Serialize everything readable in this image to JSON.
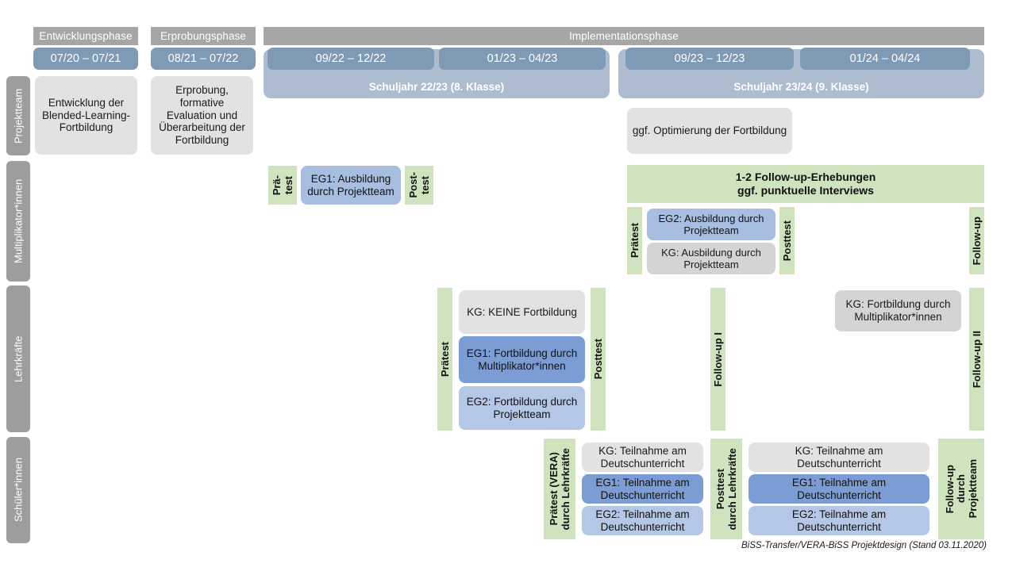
{
  "diagram": {
    "footer": "BiSS-Transfer/VERA-BiSS Projektdesign (Stand 03.11.2020)",
    "colors": {
      "phase_header": "#a6a6a6",
      "date_pill": "#7e9ab5",
      "year_band": "#aebcd0",
      "row_label": "#9d9d9d",
      "green": "#cfe3bf",
      "grey_box": "#e2e2e2",
      "blue_dark": "#7c9dd4",
      "blue_mid": "#a8bee0",
      "blue_light": "#b4c7e7"
    }
  },
  "phases": [
    {
      "label": "Entwicklungsphase"
    },
    {
      "label": "Erprobungsphase"
    },
    {
      "label": "Implementationsphase"
    }
  ],
  "periods": [
    {
      "label": "07/20 – 07/21"
    },
    {
      "label": "08/21 – 07/22"
    },
    {
      "label": "09/22 – 12/22"
    },
    {
      "label": "01/23 – 04/23"
    },
    {
      "label": "09/23 – 12/23"
    },
    {
      "label": "01/24 – 04/24"
    }
  ],
  "school_years": [
    {
      "label": "Schuljahr 22/23 (8. Klasse)"
    },
    {
      "label": "Schuljahr 23/24 (9. Klasse)"
    }
  ],
  "rows": [
    {
      "label": "Projektteam"
    },
    {
      "label": "Multiplikator*innen"
    },
    {
      "label": "Lehrkräfte"
    },
    {
      "label": "Schüler*innen"
    }
  ],
  "projektteam": {
    "entwicklung": "Entwicklung der Blended-Learning-Fortbildung",
    "erprobung": "Erprobung, formative Evaluation und Überarbeitung der Fortbildung",
    "optimierung": "ggf. Optimierung der Fortbildung"
  },
  "multiplikatoren": {
    "praetest_line1": "Prä-",
    "praetest_line2": "test",
    "eg1": "EG1: Ausbildung durch Projektteam",
    "posttest_line1": "Post-",
    "posttest_line2": "test",
    "banner_line1": "1-2 Follow-up-Erhebungen",
    "banner_line2": "ggf. punktuelle Interviews",
    "praetest2": "Prätest",
    "eg2": "EG2: Ausbildung durch Projektteam",
    "kg": "KG: Ausbildung durch Projektteam",
    "posttest2": "Posttest",
    "followup": "Follow-up"
  },
  "lehrkraefte": {
    "praetest": "Prätest",
    "kg_keine": "KG:  KEINE Fortbildung",
    "eg1": "EG1: Fortbildung durch Multiplikator*innen",
    "eg2": "EG2: Fortbildung durch Projektteam",
    "posttest": "Posttest",
    "followup1": "Follow-up I",
    "kg_fortbildung": "KG: Fortbildung durch Multiplikator*innen",
    "followup2": "Follow-up II"
  },
  "schueler": {
    "praetest_bold": "Prätest (VERA)",
    "praetest_sub": "durch Lehrkräfte",
    "kg1": "KG: Teilnahme am Deutschunterricht",
    "eg1_1": "EG1: Teilnahme am Deutschunterricht",
    "eg2_1": "EG2: Teilnahme am Deutschunterricht",
    "posttest_bold": "Posttest",
    "posttest_sub": "durch Lehrkräfte",
    "kg2": "KG: Teilnahme am Deutschunterricht",
    "eg1_2": "EG1: Teilnahme am Deutschunterricht",
    "eg2_2": "EG2: Teilnahme am Deutschunterricht",
    "followup_bold": "Follow-up",
    "followup_sub1": "durch",
    "followup_sub2": "Projektteam"
  }
}
